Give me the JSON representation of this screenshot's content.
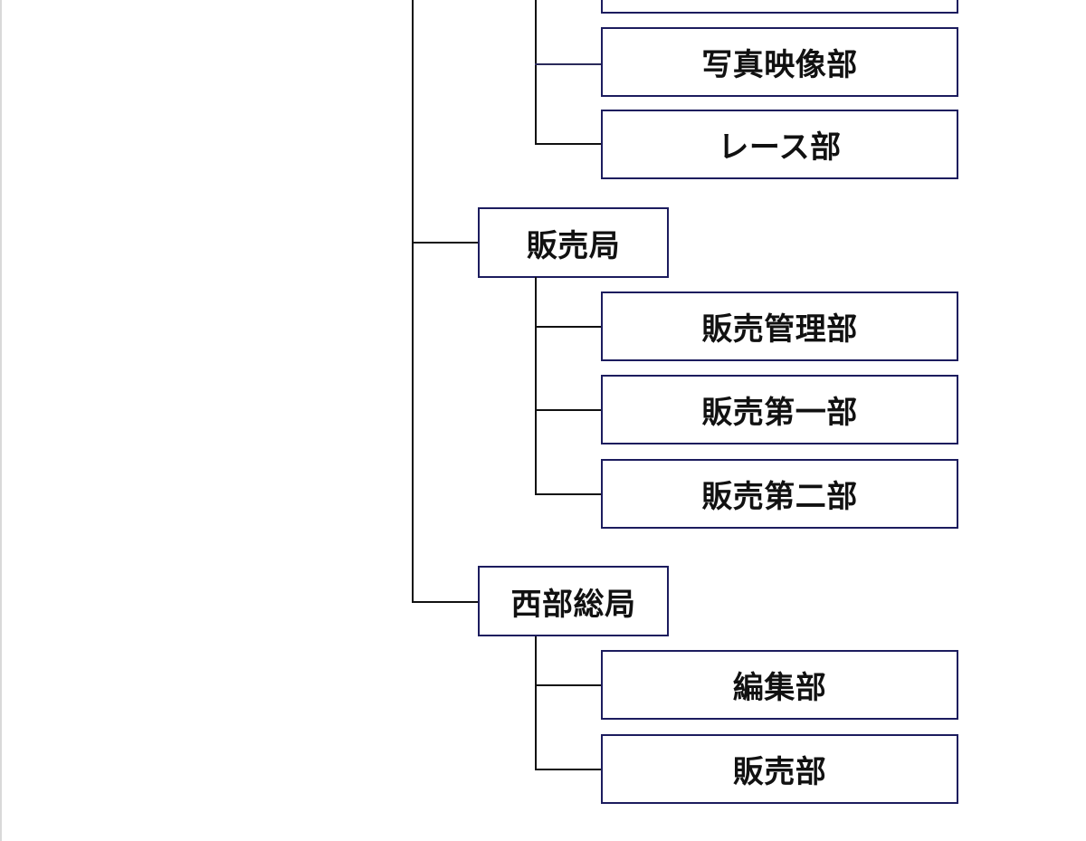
{
  "departments_top": [
    {
      "label": ""
    },
    {
      "label": "写真映像部"
    },
    {
      "label": "レース部"
    }
  ],
  "hanbai": {
    "label": "販売局",
    "departments": [
      {
        "label": "販売管理部"
      },
      {
        "label": "販売第一部"
      },
      {
        "label": "販売第二部"
      }
    ]
  },
  "seibu": {
    "label": "西部総局",
    "departments": [
      {
        "label": "編集部"
      },
      {
        "label": "販売部"
      }
    ]
  },
  "colors": {
    "box_border": "#1c1c5e",
    "line": "#111111",
    "background": "#ffffff"
  }
}
